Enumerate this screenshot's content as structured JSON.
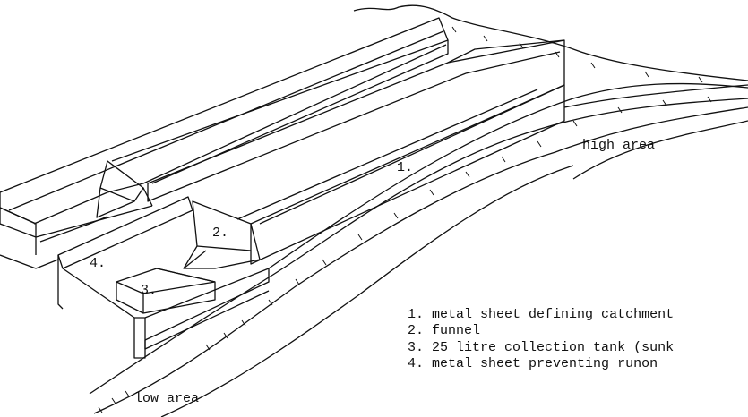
{
  "labels": {
    "plot_number": "1.",
    "funnel_number": "2.",
    "tank_number": "3.",
    "runon_number": "4.",
    "high_area": "high area",
    "low_area": "low area"
  },
  "legend": [
    {
      "number": "1.",
      "text": "metal sheet defining catchment"
    },
    {
      "number": "2.",
      "text": "funnel"
    },
    {
      "number": "3.",
      "text": "25 litre collection tank (sunk"
    },
    {
      "number": "4.",
      "text": "metal sheet preventing runon"
    }
  ]
}
